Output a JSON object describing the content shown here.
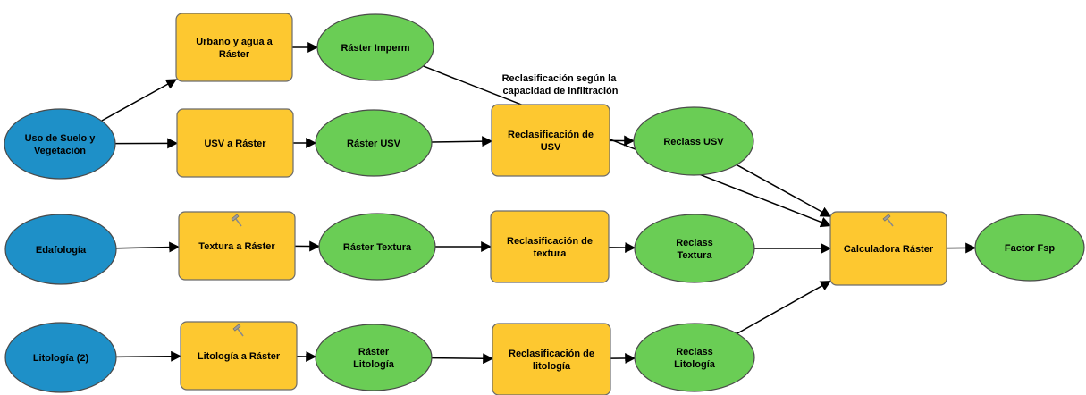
{
  "colors": {
    "input": "#1e90c8",
    "input_stroke": "#4a4a4a",
    "tool": "#fdc830",
    "tool_stroke": "#6b6b6b",
    "output": "#6acd55",
    "output_stroke": "#4a4a4a",
    "line": "#000000"
  },
  "nodes": [
    {
      "id": "uso_suelo",
      "kind": "input",
      "lines": [
        "Uso de Suelo y",
        "Vegetación"
      ]
    },
    {
      "id": "edafologia",
      "kind": "input",
      "lines": [
        "Edafología"
      ]
    },
    {
      "id": "litologia",
      "kind": "input",
      "lines": [
        "Litología (2)"
      ]
    },
    {
      "id": "urbano_agua",
      "kind": "tool",
      "lines": [
        "Urbano y agua a",
        "Ráster"
      ],
      "hammer_icon": false
    },
    {
      "id": "usv_raster",
      "kind": "tool",
      "lines": [
        "USV a Ráster"
      ],
      "hammer_icon": false
    },
    {
      "id": "textura_raster",
      "kind": "tool",
      "lines": [
        "Textura a Ráster"
      ],
      "hammer_icon": true
    },
    {
      "id": "litologia_raster",
      "kind": "tool",
      "lines": [
        "Litología a Ráster"
      ],
      "hammer_icon": true
    },
    {
      "id": "raster_imperm",
      "kind": "output",
      "lines": [
        "Ráster Imperm"
      ]
    },
    {
      "id": "raster_usv",
      "kind": "output",
      "lines": [
        "Ráster USV"
      ]
    },
    {
      "id": "raster_textura",
      "kind": "output",
      "lines": [
        "Ráster Textura"
      ]
    },
    {
      "id": "raster_litologia",
      "kind": "output",
      "lines": [
        "Ráster",
        "Litología"
      ]
    },
    {
      "id": "reclas_usv",
      "kind": "tool",
      "lines": [
        "Reclasificación de",
        "USV"
      ],
      "hammer_icon": false
    },
    {
      "id": "reclas_textura",
      "kind": "tool",
      "lines": [
        "Reclasificación de",
        "textura"
      ],
      "hammer_icon": false
    },
    {
      "id": "reclas_litologia",
      "kind": "tool",
      "lines": [
        "Reclasificación de",
        "litología"
      ],
      "hammer_icon": false
    },
    {
      "id": "reclass_usv",
      "kind": "output",
      "lines": [
        "Reclass USV"
      ]
    },
    {
      "id": "reclass_textura",
      "kind": "output",
      "lines": [
        "Reclass",
        "Textura"
      ]
    },
    {
      "id": "reclass_litologia",
      "kind": "output",
      "lines": [
        "Reclass",
        "Litología"
      ]
    },
    {
      "id": "calculadora",
      "kind": "tool",
      "lines": [
        "Calculadora Ráster"
      ],
      "hammer_icon": true
    },
    {
      "id": "factor_fsp",
      "kind": "output",
      "lines": [
        "Factor Fsp"
      ]
    }
  ],
  "edges": [
    {
      "from": "uso_suelo",
      "to": "urbano_agua"
    },
    {
      "from": "uso_suelo",
      "to": "usv_raster"
    },
    {
      "from": "urbano_agua",
      "to": "raster_imperm"
    },
    {
      "from": "usv_raster",
      "to": "raster_usv"
    },
    {
      "from": "raster_usv",
      "to": "reclas_usv"
    },
    {
      "from": "reclas_usv",
      "to": "reclass_usv"
    },
    {
      "from": "edafologia",
      "to": "textura_raster"
    },
    {
      "from": "textura_raster",
      "to": "raster_textura"
    },
    {
      "from": "raster_textura",
      "to": "reclas_textura"
    },
    {
      "from": "reclas_textura",
      "to": "reclass_textura"
    },
    {
      "from": "litologia",
      "to": "litologia_raster"
    },
    {
      "from": "litologia_raster",
      "to": "raster_litologia"
    },
    {
      "from": "raster_litologia",
      "to": "reclas_litologia"
    },
    {
      "from": "reclas_litologia",
      "to": "reclass_litologia"
    },
    {
      "from": "raster_imperm",
      "to": "calculadora"
    },
    {
      "from": "reclass_usv",
      "to": "calculadora"
    },
    {
      "from": "reclass_textura",
      "to": "calculadora"
    },
    {
      "from": "reclass_litologia",
      "to": "calculadora"
    },
    {
      "from": "calculadora",
      "to": "factor_fsp"
    }
  ],
  "annotation": {
    "lines": [
      "Reclasificación según la",
      "capacidad de infiltración"
    ]
  }
}
